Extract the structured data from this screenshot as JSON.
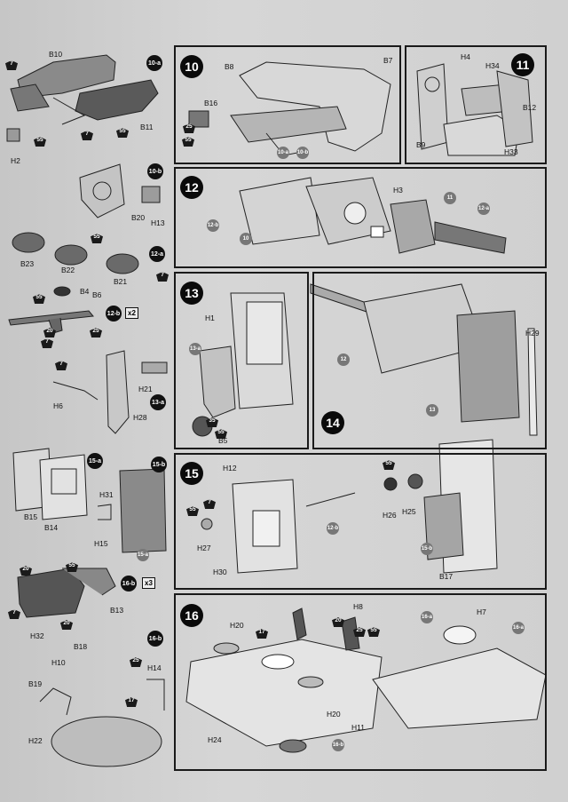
{
  "steps": {
    "s10": "10",
    "s11": "11",
    "s12": "12",
    "s13": "13",
    "s14": "14",
    "s15": "15",
    "s16": "16"
  },
  "subs": {
    "a10": "10-a",
    "b10": "10-b",
    "a12": "12-a",
    "b12": "12-b",
    "a13": "13-a",
    "a15": "15-a",
    "b15": "15-b",
    "a16": "16-a",
    "b16": "16-b"
  },
  "mult": {
    "x2": "x2",
    "x3": "x3"
  },
  "paints": {
    "p7": "7",
    "p25": "25",
    "p55": "55",
    "p20": "20",
    "p17": "17",
    "p35": "35"
  },
  "parts": {
    "B10": "B10",
    "B11": "B11",
    "H2": "H2",
    "B20": "B20",
    "H13": "H13",
    "B23": "B23",
    "B22": "B22",
    "B21": "B21",
    "B4": "B4",
    "B6": "B6",
    "H6": "H6",
    "H21": "H21",
    "H28": "H28",
    "B15": "B15",
    "B14": "B14",
    "H31": "H31",
    "H15": "H15",
    "B13": "B13",
    "H32": "H32",
    "B18": "B18",
    "H10": "H10",
    "H14": "H14",
    "B19": "B19",
    "H22": "H22",
    "B8": "B8",
    "B7": "B7",
    "B16": "B16",
    "H4": "H4",
    "H34": "H34",
    "B12": "B12",
    "B9": "B9",
    "H33": "H33",
    "H3": "H3",
    "H1": "H1",
    "B5": "B5",
    "H29": "H29",
    "H12": "H12",
    "H27": "H27",
    "H30": "H30",
    "H26": "H26",
    "H25": "H25",
    "B17": "B17",
    "H20": "H20",
    "H8": "H8",
    "H24": "H24",
    "H11": "H11",
    "H7": "H7"
  }
}
